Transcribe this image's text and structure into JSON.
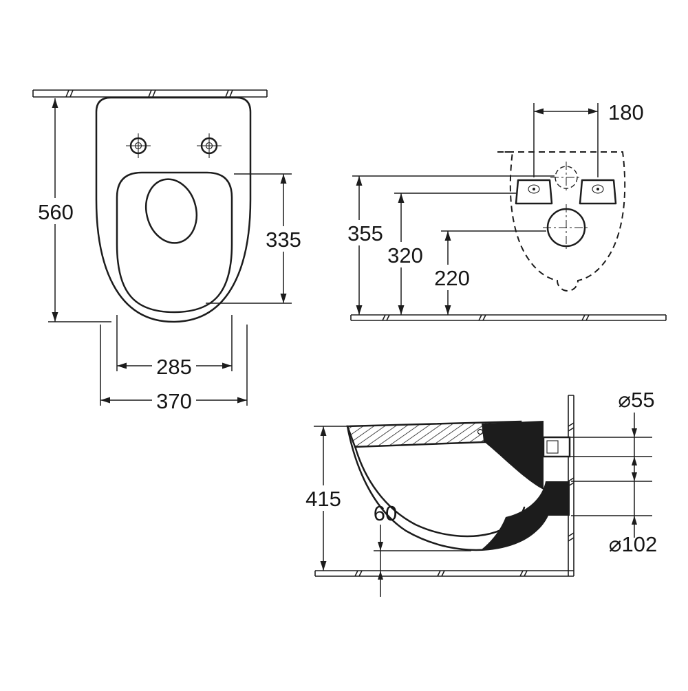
{
  "colors": {
    "ink": "#1c1c1c",
    "paper": "#ffffff"
  },
  "views": {
    "plan": {
      "dims": {
        "depth_total": "560",
        "bowl_inner_length": "335",
        "seat_inner_width": "285",
        "width_total": "370"
      }
    },
    "rear": {
      "dims": {
        "bolt_spacing": "180",
        "height_top": "355",
        "height_middle": "320",
        "height_outlet": "220"
      }
    },
    "side": {
      "dims": {
        "height_total": "415",
        "floor_clearance": "60",
        "inlet_diameter": "⌀55",
        "outlet_diameter": "⌀102"
      }
    }
  }
}
